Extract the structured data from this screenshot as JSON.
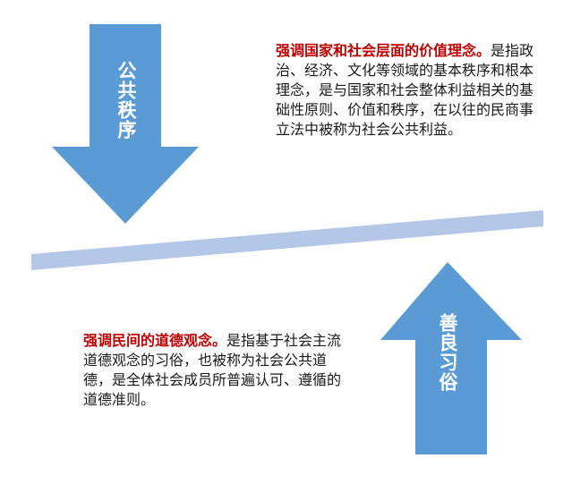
{
  "top_arrow": {
    "label": "公共秩序",
    "color": "#5b9bd5",
    "direction": "down"
  },
  "bottom_arrow": {
    "label": "善良习俗",
    "color": "#5b9bd5",
    "direction": "up"
  },
  "balance_bar": {
    "color": "#b4c7e7"
  },
  "top_text": {
    "heading": "强调国家和社会层面的价值理念。",
    "body": "是指政治、经济、文化等领域的基本秩序和根本理念，是与国家和社会整体利益相关的基础性原则、价值和秩序，在以往的民商事立法中被称为社会公共利益。"
  },
  "bottom_text": {
    "heading": "强调民间的道德观念。",
    "body": "是指基于社会主流道德观念的习俗，也被称为社会公共道德，是全体社会成员所普遍认可、遵循的道德准则。"
  },
  "colors": {
    "accent_red": "#c00000",
    "arrow_blue": "#5b9bd5",
    "bar_blue": "#b4c7e7"
  }
}
